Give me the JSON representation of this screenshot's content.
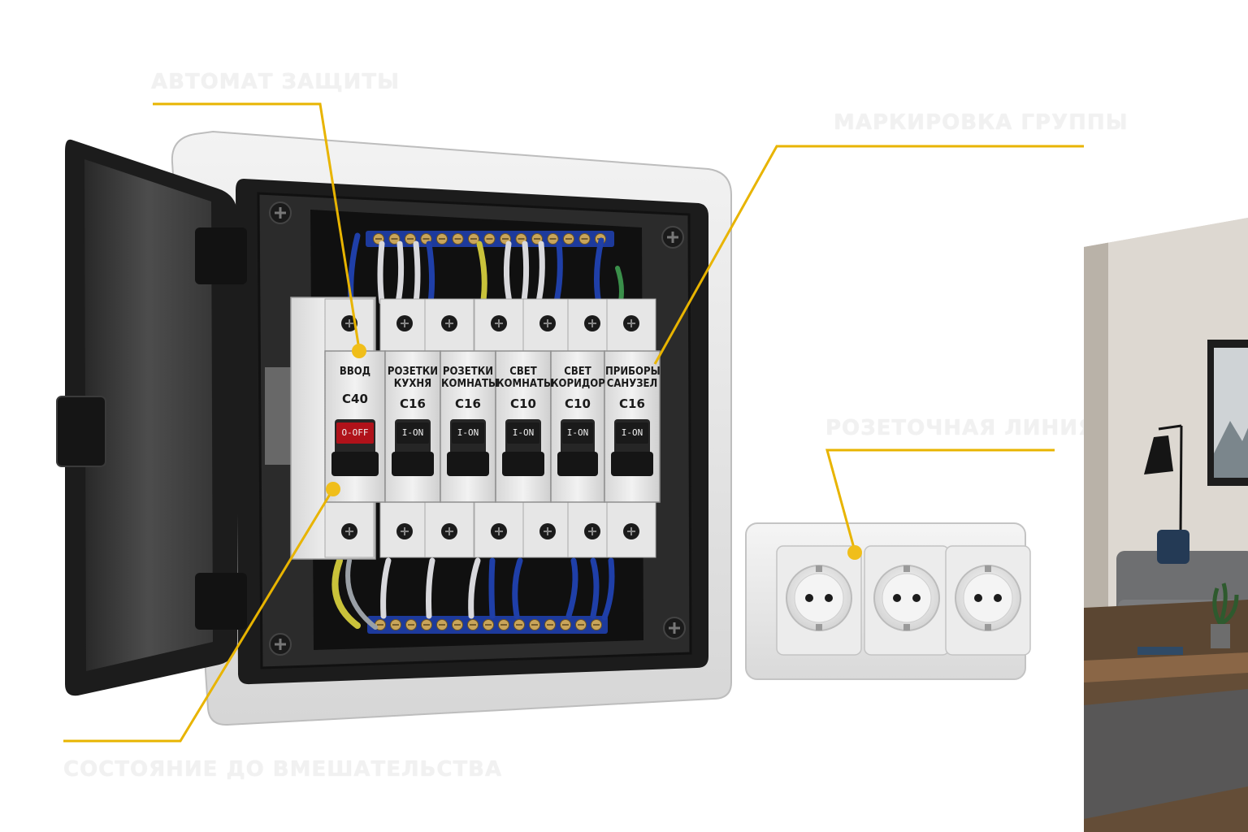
{
  "callouts": {
    "breaker": "АВТОМАТ ЗАЩИТЫ",
    "group_label": "МАРКИРОВКА ГРУППЫ",
    "socket_line": "РОЗЕТОЧНАЯ ЛИНИЯ",
    "state": "СОСТОЯНИЕ ДО ВМЕШАТЕЛЬСТВА"
  },
  "breakers": [
    {
      "label": "ВВОД",
      "rating": "C40",
      "state": "O-OFF",
      "handle_color": "#b0121a"
    },
    {
      "label": "РОЗЕТКИ\nКУХНЯ",
      "rating": "C16",
      "state": "I-ON",
      "handle_color": "#1a1a1a"
    },
    {
      "label": "РОЗЕТКИ\nКОМНАТЫ",
      "rating": "C16",
      "state": "I-ON",
      "handle_color": "#1a1a1a"
    },
    {
      "label": "СВЕТ\nКОМНАТЫ",
      "rating": "C10",
      "state": "I-ON",
      "handle_color": "#1a1a1a"
    },
    {
      "label": "СВЕТ\nКОРИДОР",
      "rating": "C10",
      "state": "I-ON",
      "handle_color": "#1a1a1a"
    },
    {
      "label": "ПРИБОРЫ\nСАНУЗЕЛ",
      "rating": "C16",
      "state": "I-ON",
      "handle_color": "#1a1a1a"
    }
  ],
  "colors": {
    "leader": "#e8b400",
    "wire_blue": "#1f3fa8",
    "wire_white": "#d8d8dc",
    "wire_yellow_green": "#c9c23a"
  }
}
